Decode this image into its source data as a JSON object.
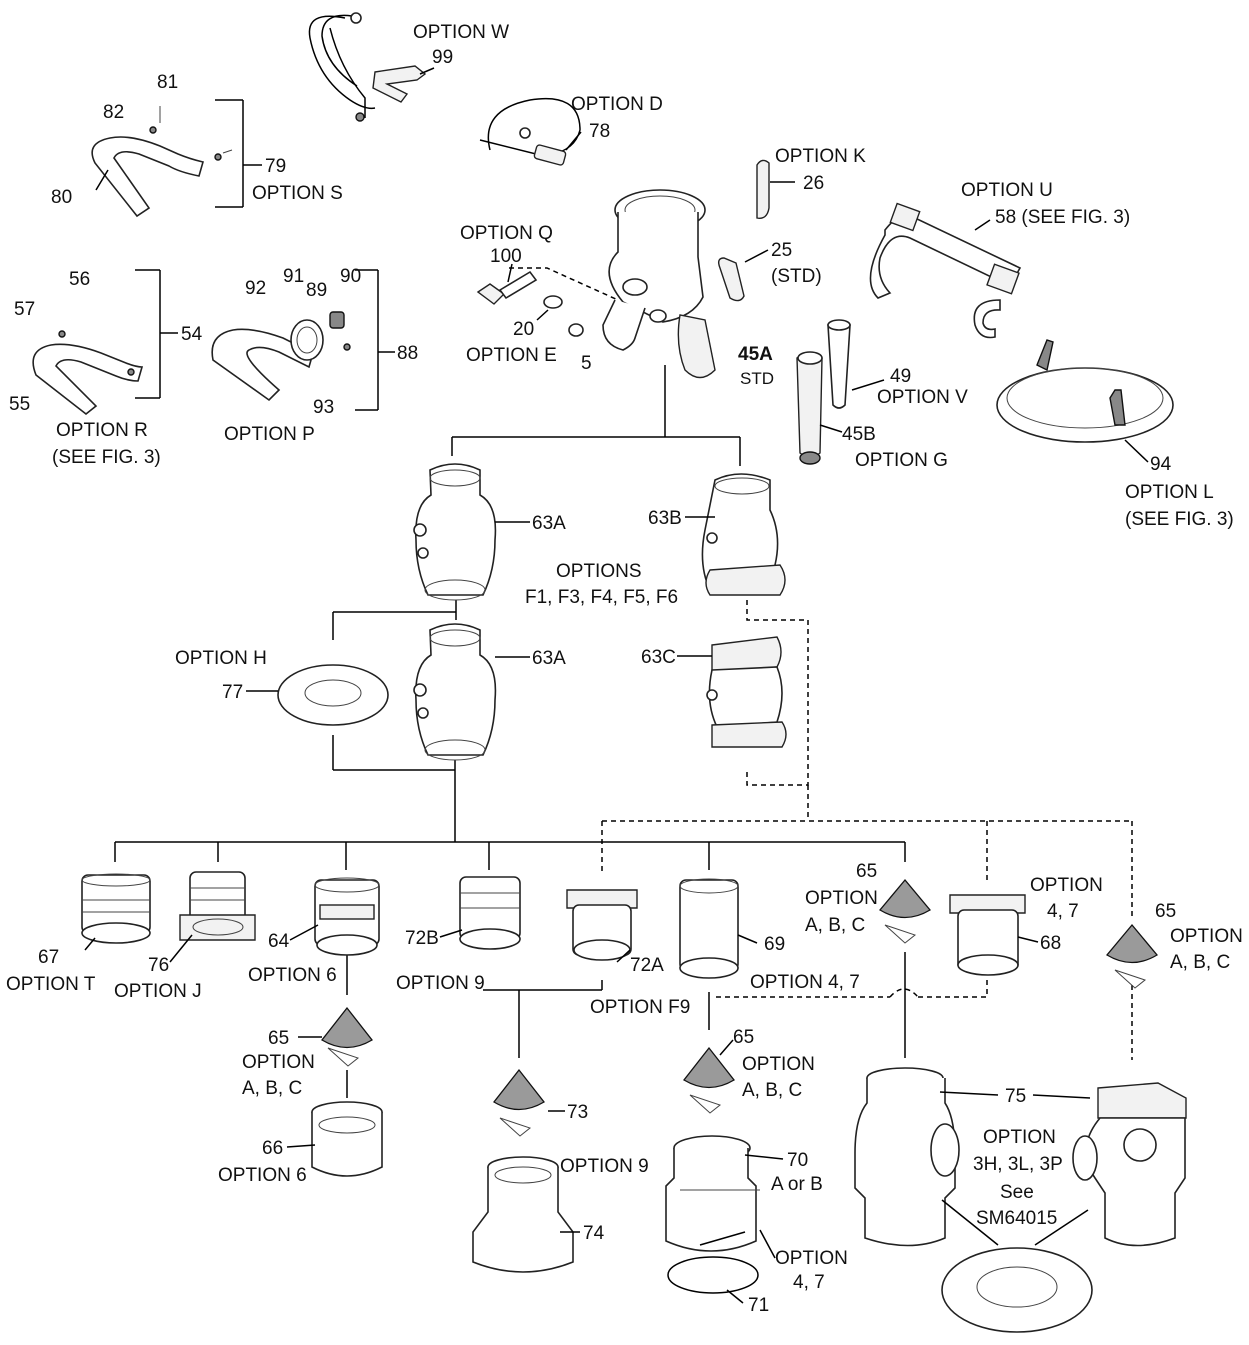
{
  "labels": {
    "option_w": "OPTION W",
    "n99": "99",
    "option_d": "OPTION D",
    "n78": "78",
    "n81": "81",
    "n82": "82",
    "n80": "80",
    "n79": "79",
    "option_s": "OPTION S",
    "option_k": "OPTION K",
    "n26": "26",
    "option_u": "OPTION U",
    "n58": "58 (SEE FIG. 3)",
    "option_q": "OPTION Q",
    "n100": "100",
    "n25": "25",
    "std_paren": "(STD)",
    "n56": "56",
    "n57": "57",
    "n55": "55",
    "n54": "54",
    "option_r": "OPTION R",
    "see_fig3_a": "(SEE FIG. 3)",
    "n92": "92",
    "n91": "91",
    "n89": "89",
    "n90": "90",
    "n88": "88",
    "n93": "93",
    "option_p": "OPTION P",
    "n20": "20",
    "option_e": "OPTION E",
    "n5": "5",
    "n45a": "45A",
    "std": "STD",
    "n49": "49",
    "option_v": "OPTION V",
    "n45b": "45B",
    "option_g": "OPTION G",
    "n94": "94",
    "option_l": "OPTION L",
    "see_fig3_b": "(SEE FIG. 3)",
    "n63a_top": "63A",
    "n63b": "63B",
    "options": "OPTIONS",
    "options_f": "F1, F3, F4, F5, F6",
    "option_h": "OPTION H",
    "n77": "77",
    "n63a_low": "63A",
    "n63c": "63C",
    "n65_mid": "65",
    "option_abc_mid_1": "OPTION",
    "option_abc_mid_2": "A, B, C",
    "option_47_right_1": "OPTION",
    "option_47_right_2": "4, 7",
    "n65_right": "65",
    "option_abc_right_1": "OPTION",
    "option_abc_right_2": "A, B, C",
    "n67": "67",
    "option_t": "OPTION T",
    "n76": "76",
    "option_j": "OPTION J",
    "n64": "64",
    "option_6_a": "OPTION 6",
    "n72b": "72B",
    "option_9_a": "OPTION 9",
    "n72a": "72A",
    "option_f9": "OPTION F9",
    "n69": "69",
    "option_47_mid": "OPTION 4, 7",
    "n68": "68",
    "n65_left": "65",
    "option_abc_left_1": "OPTION",
    "option_abc_left_2": "A, B, C",
    "n66": "66",
    "option_6_b": "OPTION 6",
    "n73": "73",
    "option_9_b": "OPTION 9",
    "n74": "74",
    "n65_low": "65",
    "option_abc_low_1": "OPTION",
    "option_abc_low_2": "A, B, C",
    "n70": "70",
    "a_or_b": "A or B",
    "option_47_low_1": "OPTION",
    "option_47_low_2": "4, 7",
    "n71": "71",
    "n75": "75",
    "option_3h_1": "OPTION",
    "option_3h_2": "3H, 3L, 3P",
    "see": "See",
    "sm": "SM64015"
  },
  "icons": [
    "ground-cable",
    "gauge-connector",
    "handle",
    "bolt",
    "washer",
    "pump-manifold",
    "ball-valve-handle",
    "valve-elbow",
    "suction-tube",
    "threaded-tube",
    "intake-ring",
    "shield-ring",
    "strainer-cone",
    "suction-adapter",
    "hose-coupling",
    "gasket-ring",
    "bell-valve",
    "spacer-plate"
  ]
}
